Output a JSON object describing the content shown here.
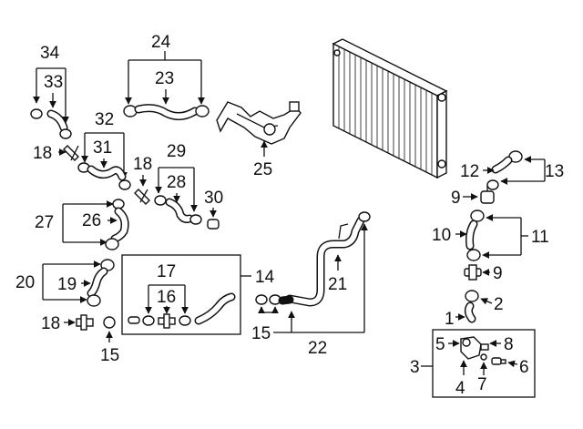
{
  "callouts": {
    "c1": "1",
    "c2": "2",
    "c3": "3",
    "c4": "4",
    "c5": "5",
    "c6": "6",
    "c7": "7",
    "c8": "8",
    "c9a": "9",
    "c9b": "9",
    "c10": "10",
    "c11": "11",
    "c12": "12",
    "c13": "13",
    "c14": "14",
    "c15a": "15",
    "c15b": "15",
    "c16": "16",
    "c17": "17",
    "c18a": "18",
    "c18b": "18",
    "c18c": "18",
    "c19": "19",
    "c20": "20",
    "c21": "21",
    "c22": "22",
    "c23": "23",
    "c24": "24",
    "c25": "25",
    "c26": "26",
    "c27": "27",
    "c28": "28",
    "c29": "29",
    "c30": "30",
    "c31": "31",
    "c32": "32",
    "c33": "33",
    "c34": "34"
  },
  "colors": {
    "ink": "#111111",
    "background": "#ffffff"
  }
}
